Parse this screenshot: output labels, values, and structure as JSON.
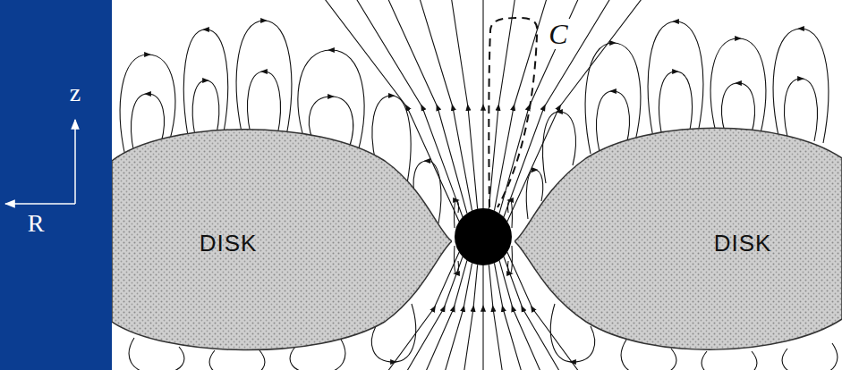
{
  "diagram": {
    "nodes": [
      {
        "text": [
          "DISK"
        ]
      },
      {
        "text": [
          "DISK"
        ]
      }
    ],
    "labels": [
      "z",
      "R",
      "C"
    ]
  }
}
